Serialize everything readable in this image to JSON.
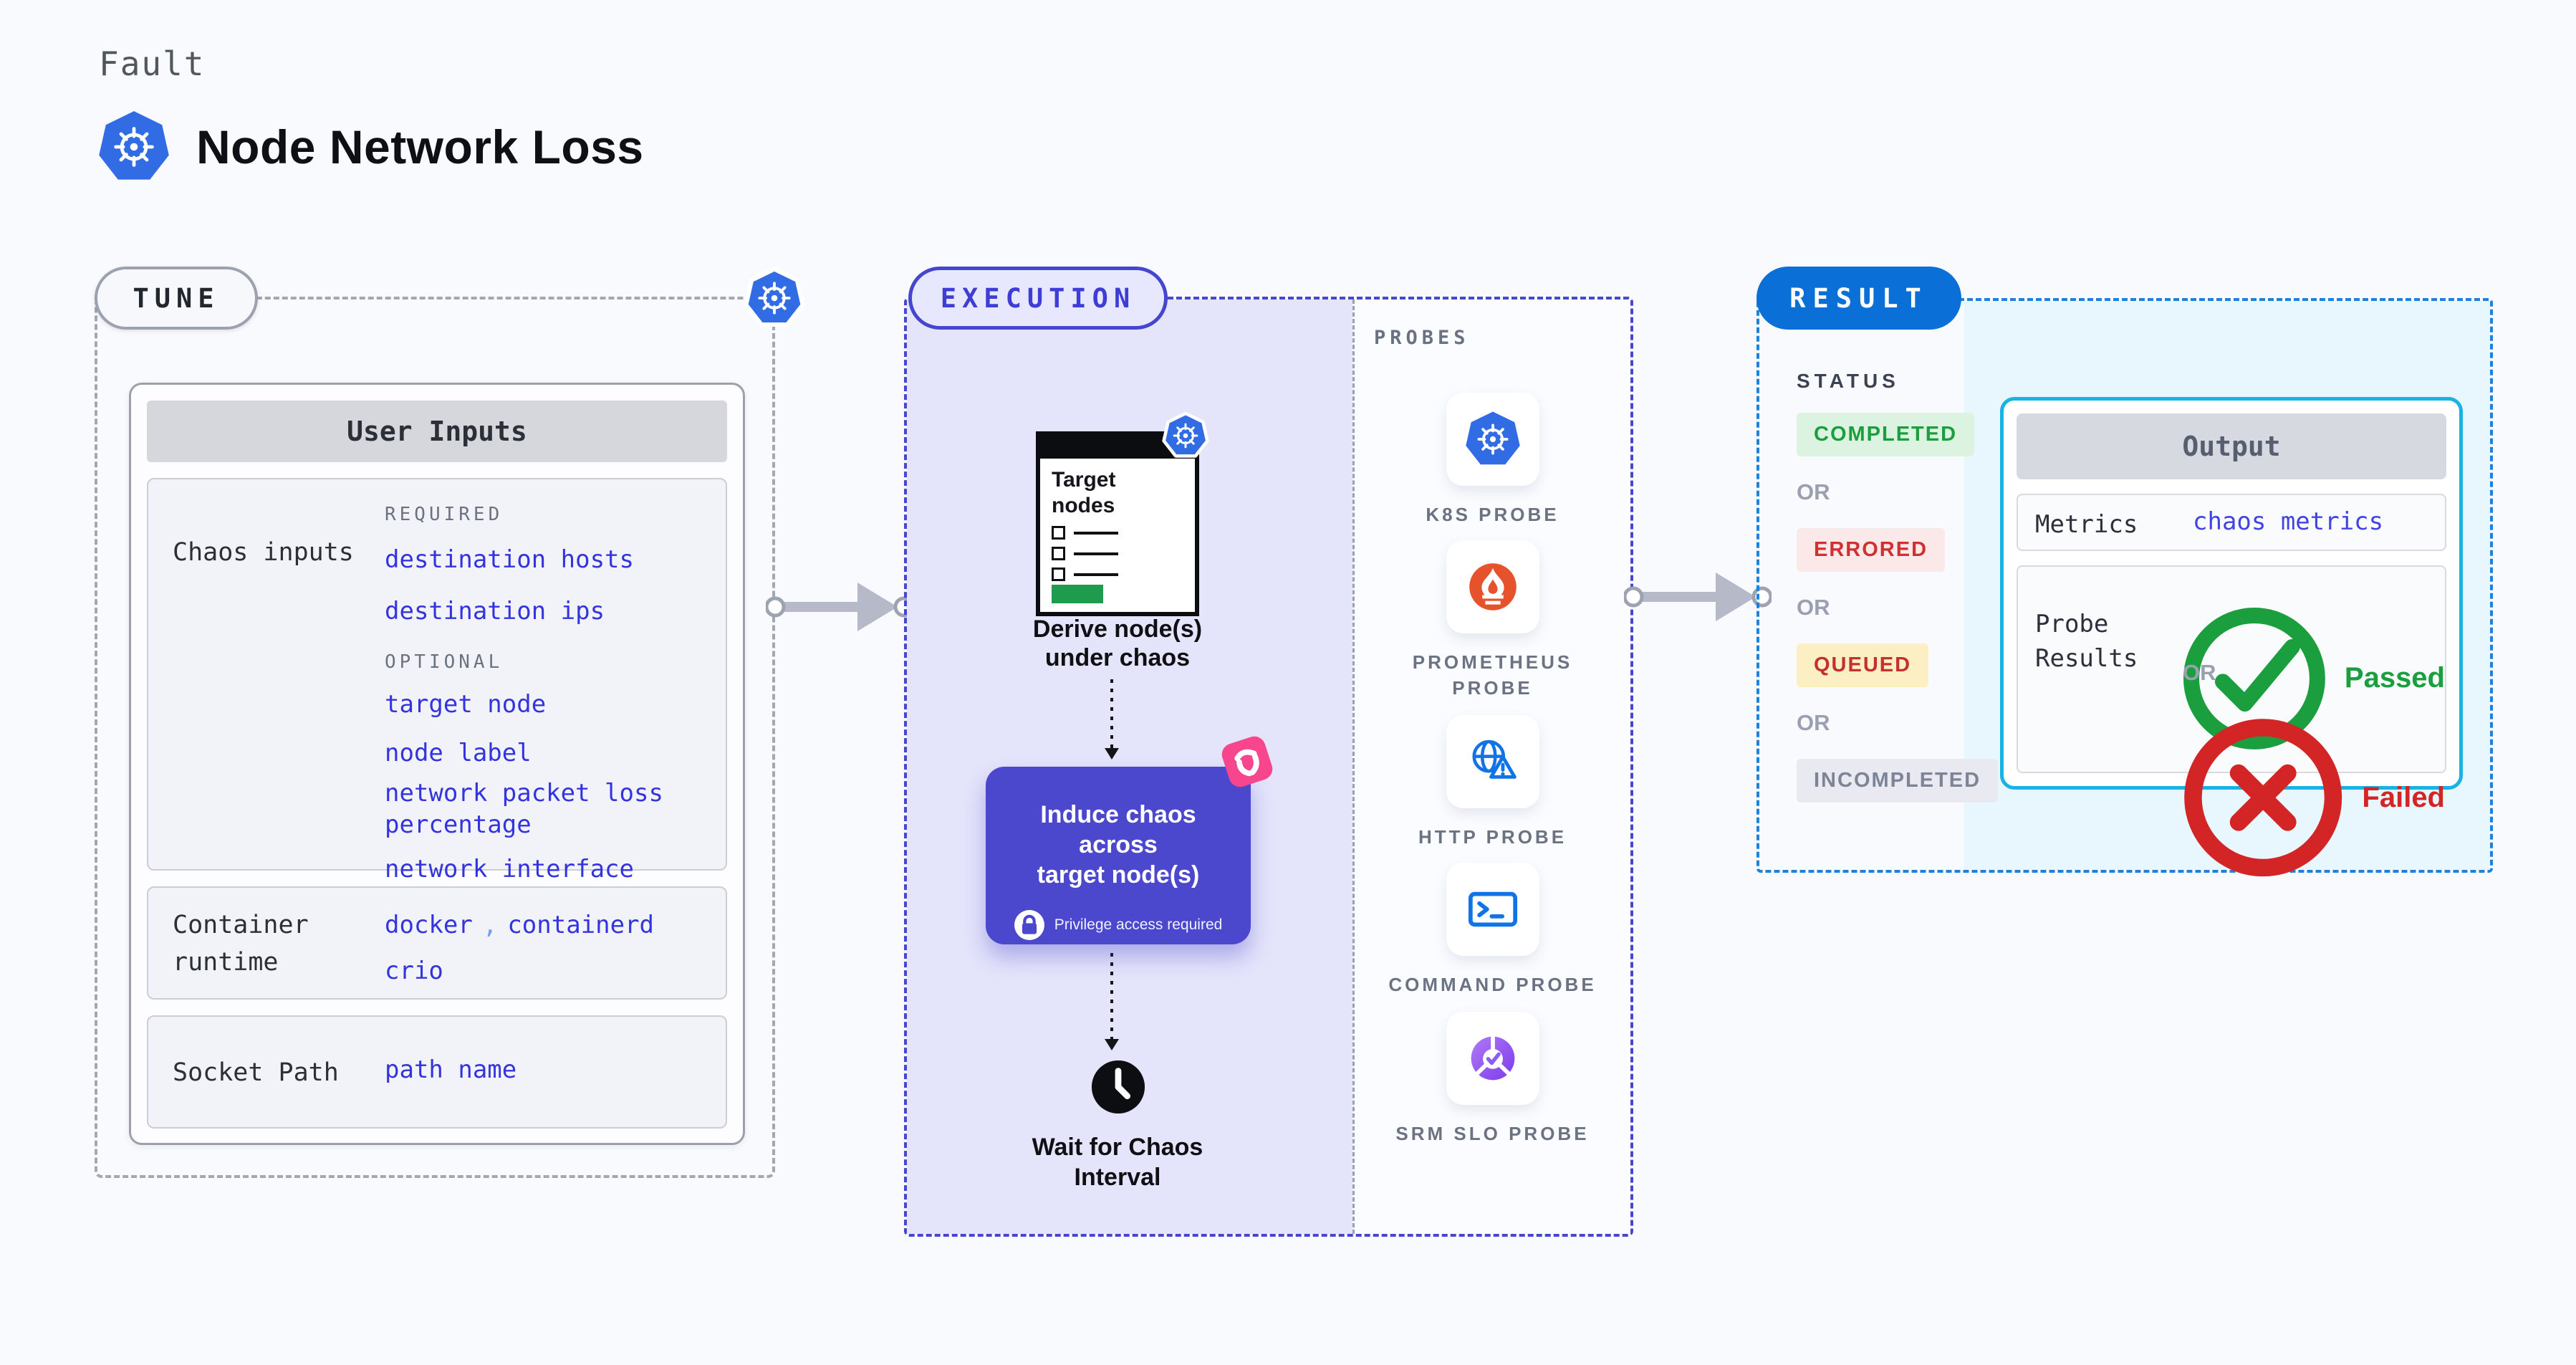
{
  "header": {
    "category": "Fault",
    "title": "Node Network Loss"
  },
  "tune": {
    "badge": "TUNE",
    "card_title": "User Inputs",
    "chaos_inputs": {
      "label": "Chaos inputs",
      "required_heading": "REQUIRED",
      "required_items": [
        "destination hosts",
        "destination ips"
      ],
      "optional_heading": "OPTIONAL",
      "optional_items": [
        "target node",
        "node label",
        "network packet loss percentage",
        "network interface"
      ]
    },
    "container_runtime": {
      "label": "Container runtime",
      "values": [
        "docker",
        "containerd",
        "crio"
      ],
      "separator": ","
    },
    "socket_path": {
      "label": "Socket Path",
      "value": "path name"
    }
  },
  "execution": {
    "badge": "EXECUTION",
    "target_nodes_label": "Target nodes",
    "derive_label": "Derive node(s)\nunder chaos",
    "induce_label": "Induce chaos across\ntarget node(s)",
    "privilege_note": "Privilege access required",
    "wait_label": "Wait for Chaos\nInterval"
  },
  "probes": {
    "heading": "PROBES",
    "items": [
      {
        "name": "K8S PROBE",
        "icon": "kubernetes-icon"
      },
      {
        "name": "PROMETHEUS PROBE",
        "icon": "prometheus-icon"
      },
      {
        "name": "HTTP PROBE",
        "icon": "http-globe-warning-icon"
      },
      {
        "name": "COMMAND PROBE",
        "icon": "terminal-icon"
      },
      {
        "name": "SRM SLO PROBE",
        "icon": "slo-pie-check-icon"
      }
    ]
  },
  "result": {
    "badge": "RESULT",
    "status_heading": "STATUS",
    "or_label": "OR",
    "statuses": [
      {
        "label": "COMPLETED",
        "type": "completed"
      },
      {
        "label": "ERRORED",
        "type": "errored"
      },
      {
        "label": "QUEUED",
        "type": "queued"
      },
      {
        "label": "INCOMPLETED",
        "type": "incompleted"
      }
    ],
    "output": {
      "title": "Output",
      "metrics_label": "Metrics",
      "metrics_value": "chaos metrics",
      "probe_results_label": "Probe Results",
      "passed_label": "Passed",
      "or_label": "OR",
      "failed_label": "Failed"
    }
  },
  "colors": {
    "kubernetes_blue": "#326ce5",
    "execution_indigo": "#4446cf",
    "induce_box": "#4b48cd",
    "result_blue": "#0a70d8",
    "output_border_cyan": "#18b2e3",
    "link_blue": "#3434de",
    "passed_green": "#1b9e3d",
    "failed_red": "#d32525",
    "queued_yellow_bg": "#fcefc3",
    "prometheus_orange": "#e6522c",
    "litmus_pink": "#f8468e"
  }
}
